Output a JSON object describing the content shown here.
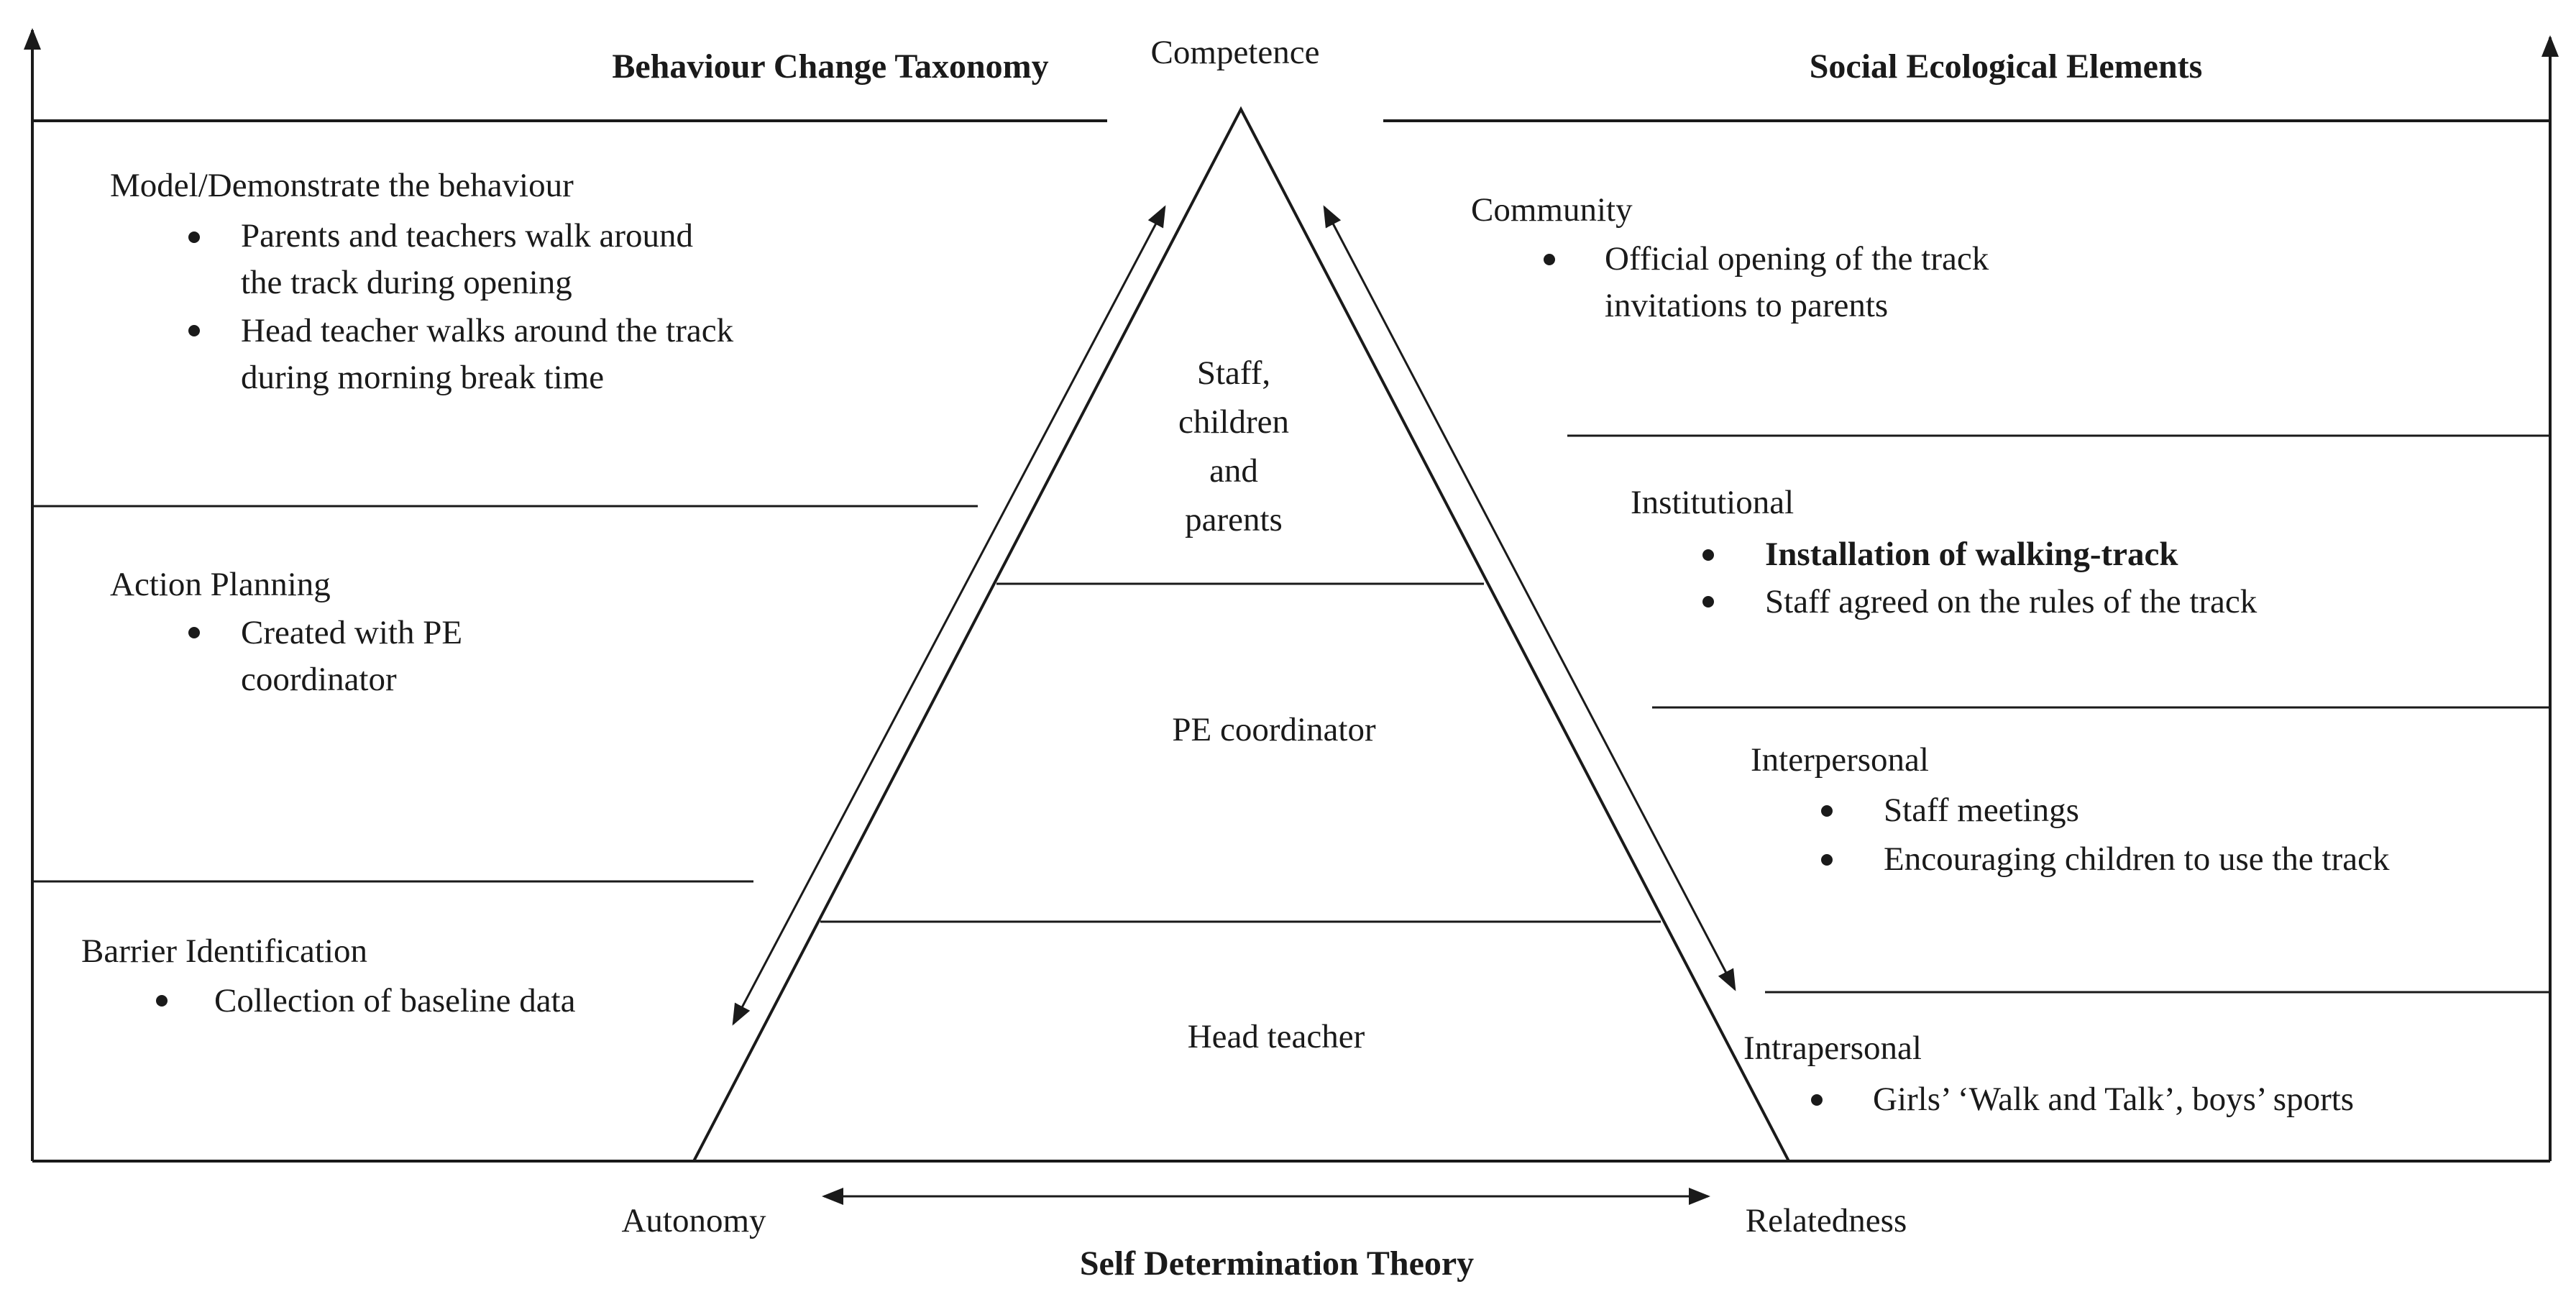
{
  "headers": {
    "left": "Behaviour Change Taxonomy",
    "right": "Social Ecological Elements",
    "bottom": "Self Determination Theory"
  },
  "corners": {
    "top": "Competence",
    "bottom_left": "Autonomy",
    "bottom_right": "Relatedness"
  },
  "pyramid": {
    "top_lines": [
      "Staff,",
      "children",
      "and",
      "parents"
    ],
    "middle": "PE coordinator",
    "bottom": "Head teacher"
  },
  "left_sections": [
    {
      "title": "Model/Demonstrate the behaviour",
      "bullets": [
        [
          "Parents and teachers walk around",
          "the track during opening"
        ],
        [
          "Head teacher walks around the track",
          "during morning break time"
        ]
      ]
    },
    {
      "title": "Action Planning",
      "bullets": [
        [
          "Created with PE",
          "coordinator"
        ]
      ]
    },
    {
      "title": "Barrier Identification",
      "bullets": [
        [
          "Collection of baseline data"
        ]
      ]
    }
  ],
  "right_sections": [
    {
      "title": "Community",
      "bullets": [
        [
          "Official opening of the track",
          "invitations to parents"
        ]
      ]
    },
    {
      "title": "Institutional",
      "bullets": [
        [
          "Installation of walking-track"
        ],
        [
          "Staff agreed on the rules of the track"
        ]
      ]
    },
    {
      "title": "Interpersonal",
      "bullets": [
        [
          "Staff meetings"
        ],
        [
          "Encouraging children to use the track"
        ]
      ]
    },
    {
      "title": "Intrapersonal",
      "bullets": [
        [
          "Girls’ ‘Walk and Talk’,  boys’ sports"
        ]
      ]
    }
  ]
}
